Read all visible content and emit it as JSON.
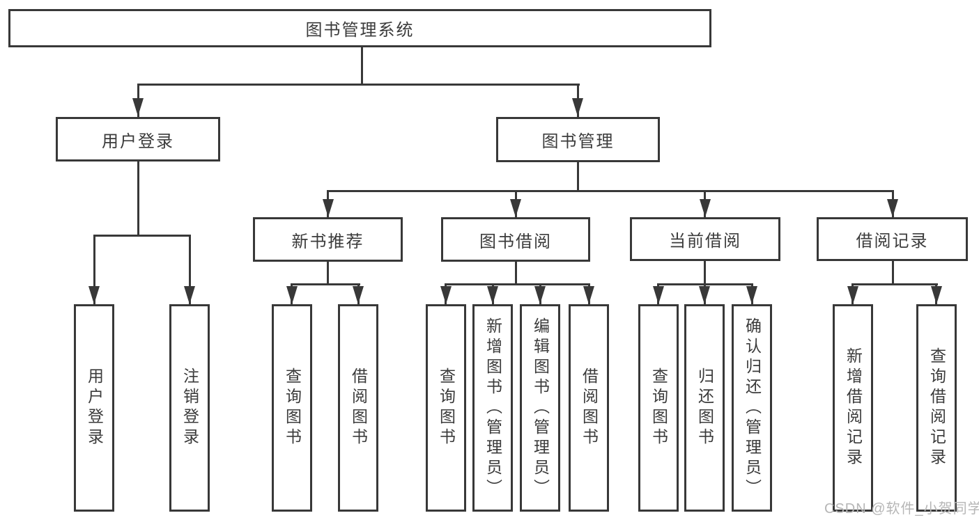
{
  "tree": {
    "label": "图书管理系统",
    "children": [
      {
        "label": "用户登录",
        "children": [
          {
            "label": "用户登录"
          },
          {
            "label": "注销登录"
          }
        ]
      },
      {
        "label": "图书管理",
        "children": [
          {
            "label": "新书推荐",
            "children": [
              {
                "label": "查询图书"
              },
              {
                "label": "借阅图书"
              }
            ]
          },
          {
            "label": "图书借阅",
            "children": [
              {
                "label": "查询图书"
              },
              {
                "label": "新增图书（管理员）"
              },
              {
                "label": "编辑图书（管理员）"
              },
              {
                "label": "借阅图书"
              }
            ]
          },
          {
            "label": "当前借阅",
            "children": [
              {
                "label": "查询图书"
              },
              {
                "label": "归还图书"
              },
              {
                "label": "确认归还（管理员）"
              }
            ]
          },
          {
            "label": "借阅记录",
            "children": [
              {
                "label": "新增借阅记录"
              },
              {
                "label": "查询借阅记录"
              }
            ]
          }
        ]
      }
    ]
  },
  "watermark": {
    "text": "CSDN @软件_小贺同学"
  },
  "colors": {
    "line": "#383838",
    "text": "#3b3b3b",
    "watermark": "#b6b6b6",
    "background": "#ffffff"
  }
}
